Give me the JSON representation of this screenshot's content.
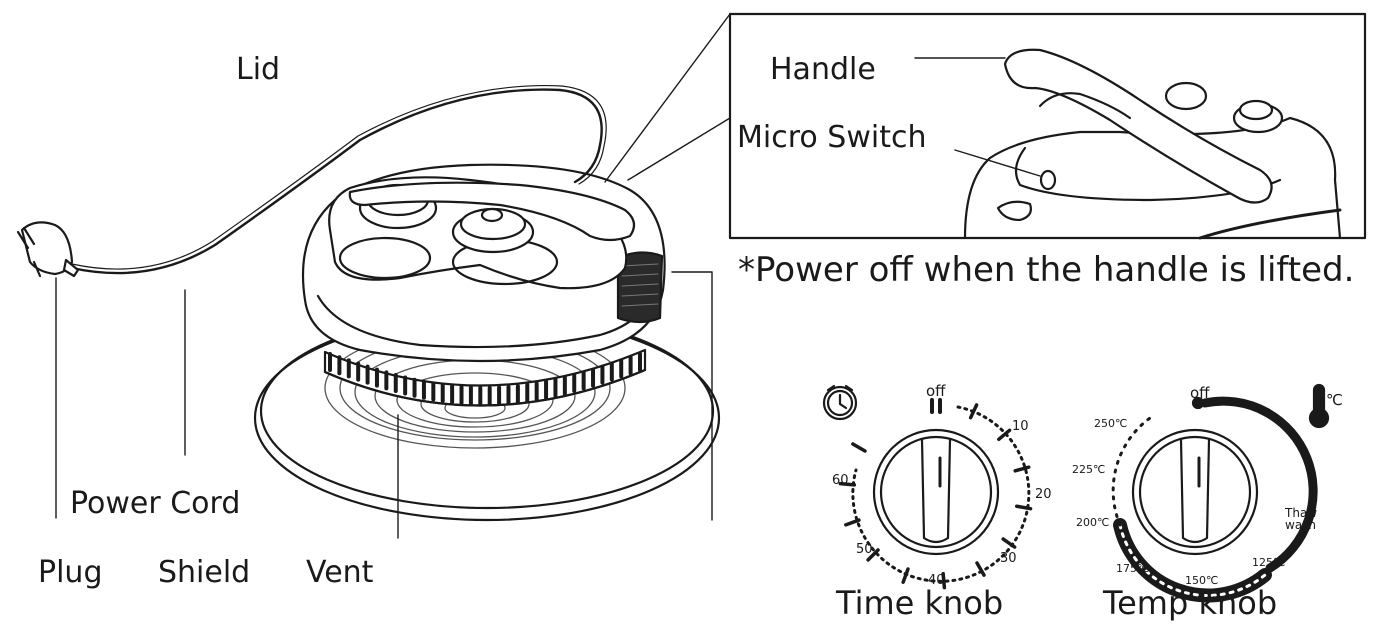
{
  "labels": {
    "lid": "Lid",
    "handle": "Handle",
    "micro_switch": "Micro Switch",
    "note": "*Power off when the handle is lifted.",
    "power_cord": "Power Cord",
    "plug": "Plug",
    "shield": "Shield",
    "vent": "Vent"
  },
  "time_knob": {
    "title": "Time knob",
    "off": "off",
    "ticks": [
      "10",
      "20",
      "30",
      "40",
      "50",
      "60"
    ],
    "icon": "clock-icon"
  },
  "temp_knob": {
    "title": "Temp knob",
    "off": "off",
    "ticks": [
      "250℃",
      "225℃",
      "200℃",
      "175℃",
      "150℃",
      "125℃"
    ],
    "thaw_line1": "Thaw",
    "thaw_line2": "wash",
    "unit": "℃",
    "icon": "thermometer-icon"
  },
  "colors": {
    "line": "#1a1a1a",
    "fill": "#ffffff"
  }
}
